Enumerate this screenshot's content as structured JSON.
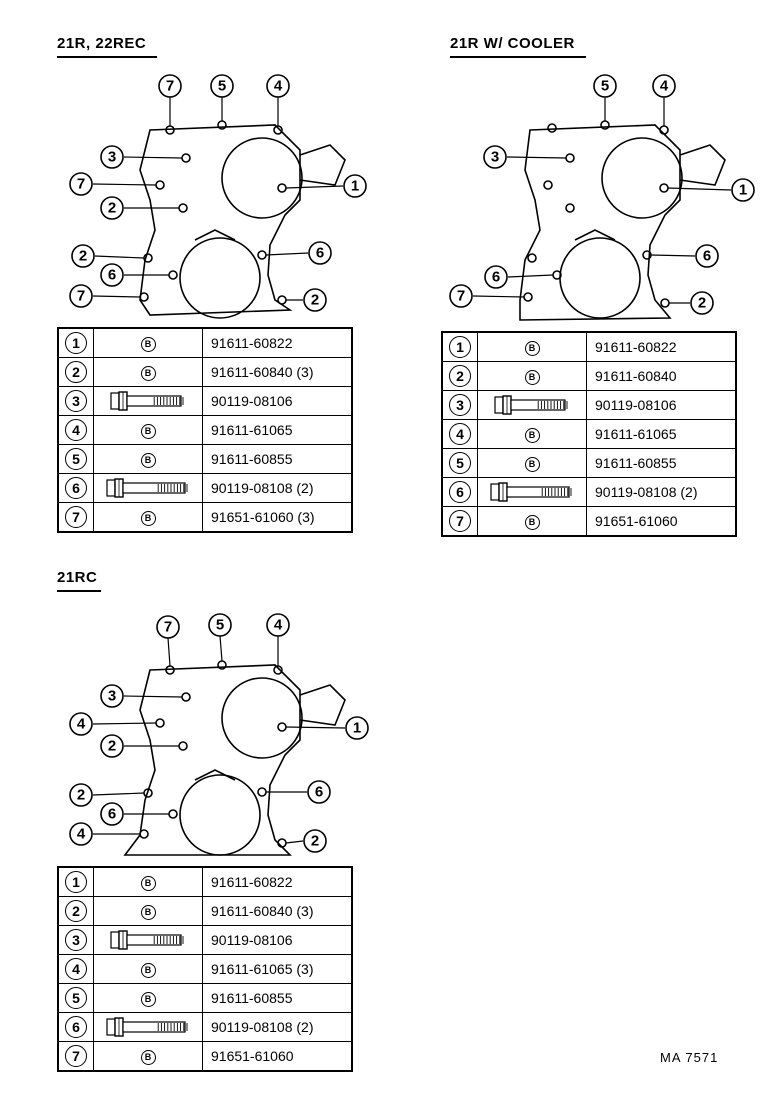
{
  "panels": [
    {
      "title": "21R, 22REC",
      "callouts": [
        "7",
        "5",
        "4",
        "3",
        "7",
        "2",
        "2",
        "6",
        "7",
        "1",
        "6",
        "2"
      ],
      "rows": [
        {
          "num": "1",
          "symbol": "B",
          "part": "91611-60822"
        },
        {
          "num": "2",
          "symbol": "B",
          "part": "91611-60840 (3)"
        },
        {
          "num": "3",
          "symbol": "bolt-short",
          "part": "90119-08106"
        },
        {
          "num": "4",
          "symbol": "B",
          "part": "91611-61065"
        },
        {
          "num": "5",
          "symbol": "B",
          "part": "91611-60855"
        },
        {
          "num": "6",
          "symbol": "bolt-long",
          "part": "90119-08108 (2)"
        },
        {
          "num": "7",
          "symbol": "B",
          "part": "91651-61060 (3)"
        }
      ]
    },
    {
      "title": "21R W/ COOLER",
      "callouts": [
        "5",
        "4",
        "3",
        "1",
        "6",
        "6",
        "7",
        "2"
      ],
      "rows": [
        {
          "num": "1",
          "symbol": "B",
          "part": "91611-60822"
        },
        {
          "num": "2",
          "symbol": "B",
          "part": "91611-60840"
        },
        {
          "num": "3",
          "symbol": "bolt-short",
          "part": "90119-08106"
        },
        {
          "num": "4",
          "symbol": "B",
          "part": "91611-61065"
        },
        {
          "num": "5",
          "symbol": "B",
          "part": "91611-60855"
        },
        {
          "num": "6",
          "symbol": "bolt-long",
          "part": "90119-08108 (2)"
        },
        {
          "num": "7",
          "symbol": "B",
          "part": "91651-61060"
        }
      ]
    },
    {
      "title": "21RC",
      "callouts": [
        "7",
        "5",
        "4",
        "3",
        "4",
        "2",
        "2",
        "6",
        "4",
        "1",
        "6",
        "2"
      ],
      "rows": [
        {
          "num": "1",
          "symbol": "B",
          "part": "91611-60822"
        },
        {
          "num": "2",
          "symbol": "B",
          "part": "91611-60840 (3)"
        },
        {
          "num": "3",
          "symbol": "bolt-short",
          "part": "90119-08106"
        },
        {
          "num": "4",
          "symbol": "B",
          "part": "91611-61065 (3)"
        },
        {
          "num": "5",
          "symbol": "B",
          "part": "91611-60855"
        },
        {
          "num": "6",
          "symbol": "bolt-long",
          "part": "90119-08108 (2)"
        },
        {
          "num": "7",
          "symbol": "B",
          "part": "91651-61060"
        }
      ]
    }
  ],
  "footer_code": "MA 7571"
}
